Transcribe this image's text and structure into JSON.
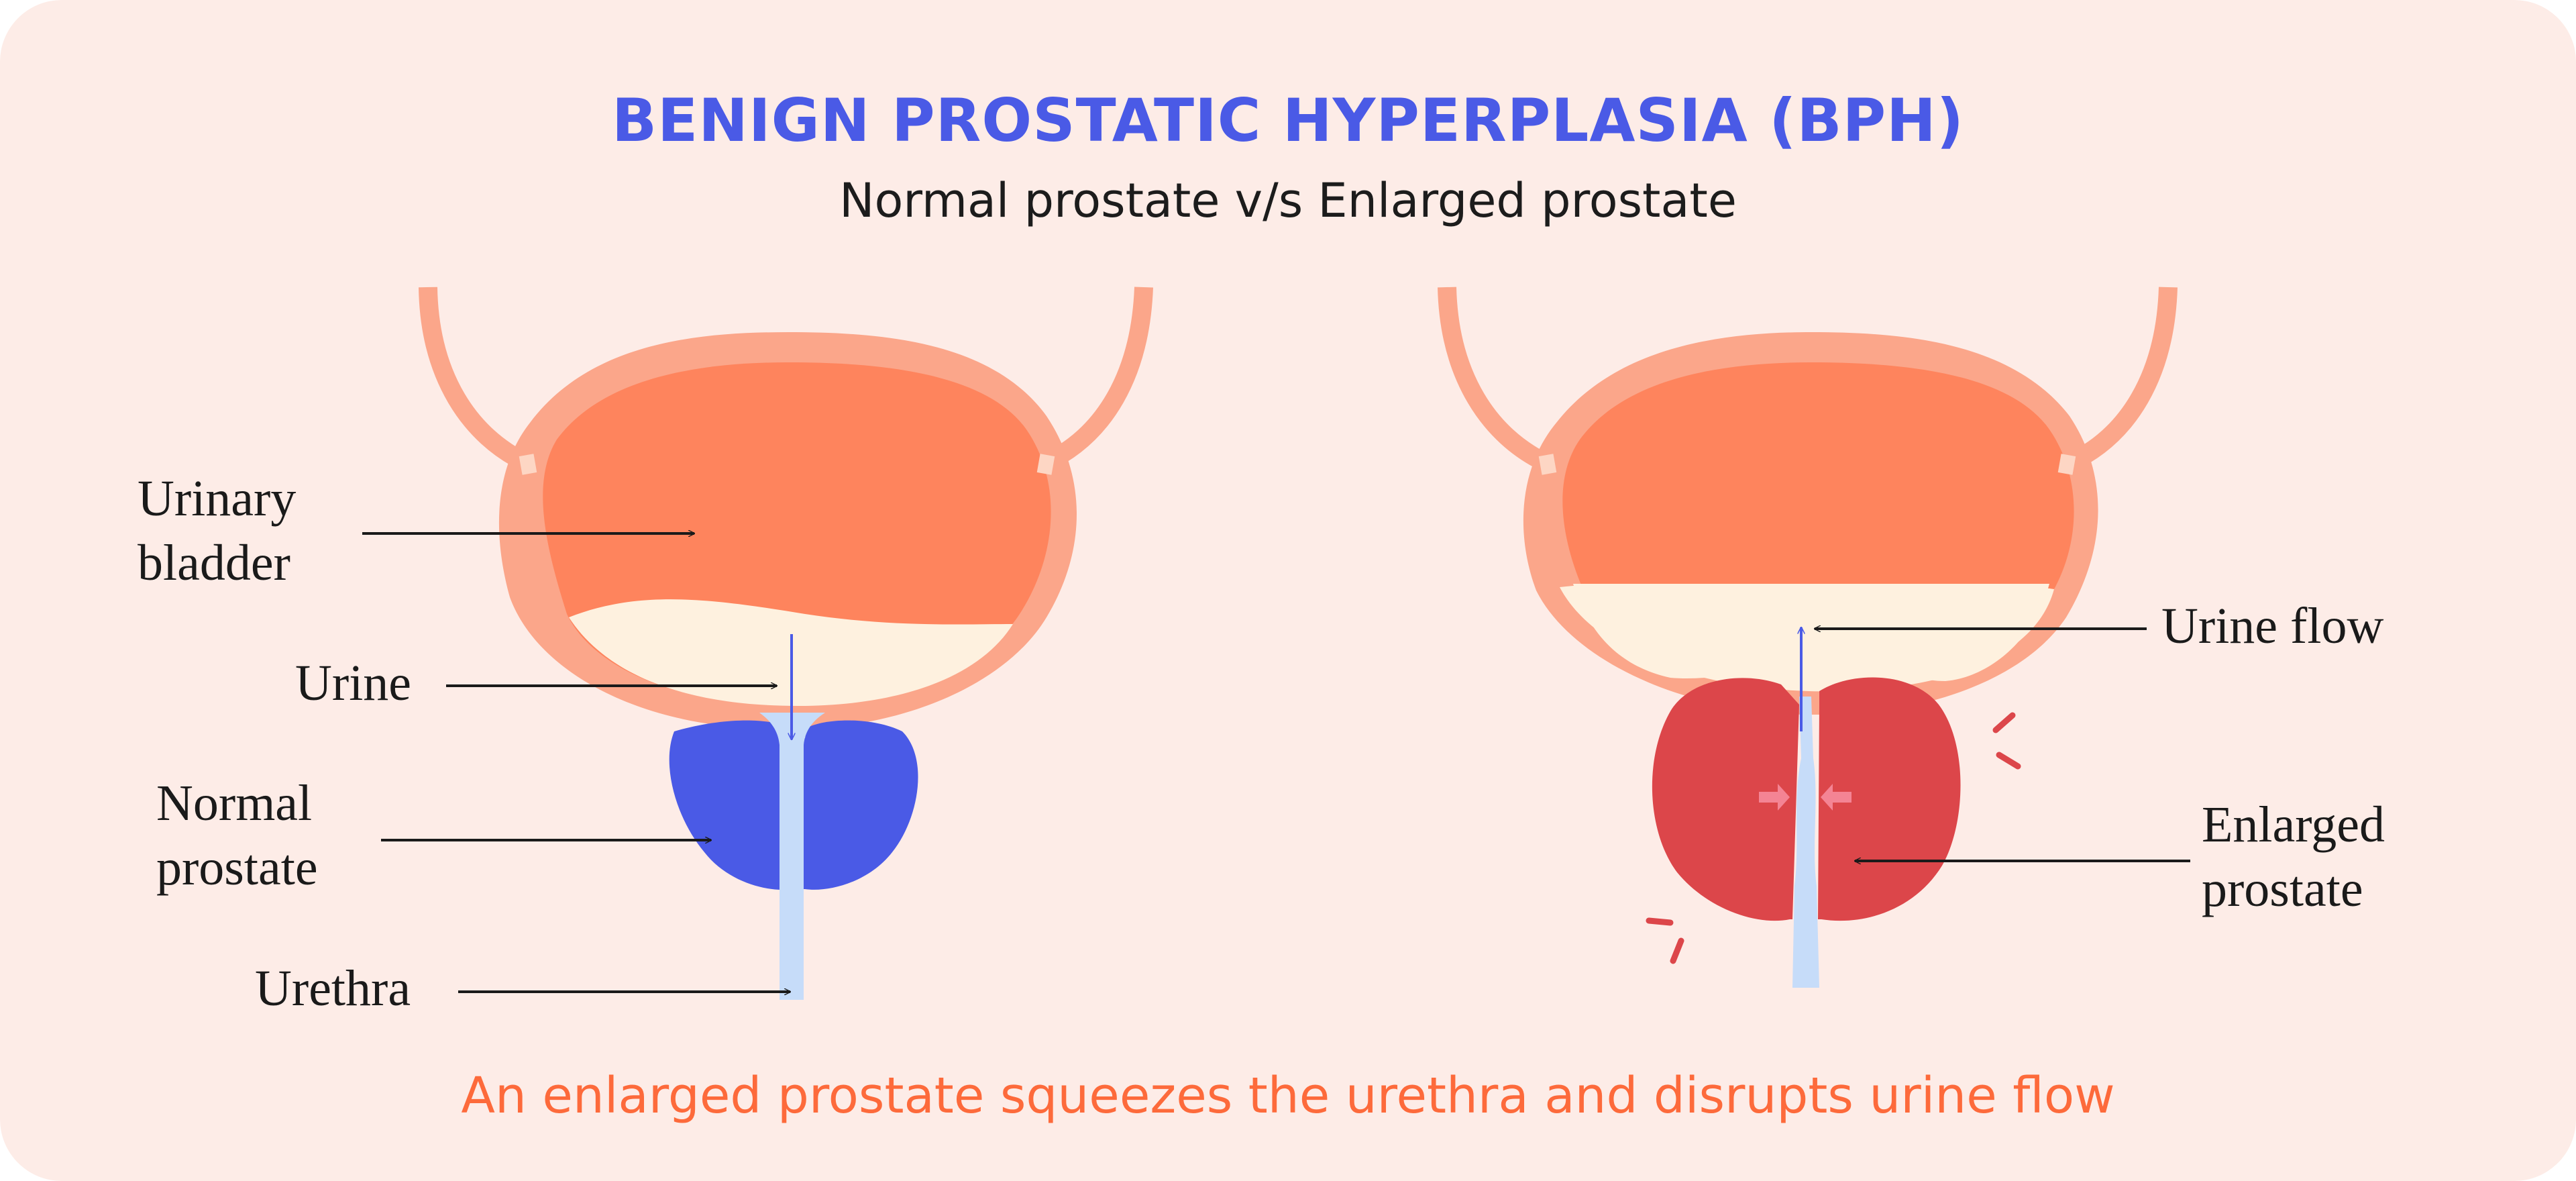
{
  "title": "BENIGN PROSTATIC HYPERPLASIA (BPH)",
  "subtitle": "Normal prostate v/s Enlarged prostate",
  "footer": "An enlarged prostate squeezes the urethra and disrupts urine flow",
  "normal_diagram": {
    "labels": {
      "bladder_line1": "Urinary",
      "bladder_line2": "bladder",
      "urine": "Urine",
      "prostate_line1": "Normal",
      "prostate_line2": "prostate",
      "urethra": "Urethra"
    }
  },
  "enlarged_diagram": {
    "labels": {
      "urine_flow": "Urine flow",
      "prostate_line1": "Enlarged",
      "prostate_line2": "prostate"
    }
  },
  "colors": {
    "background": "#fdece7",
    "title": "#4a5ae6",
    "footer": "#fd6a3b",
    "bladder_wall": "#fba68a",
    "bladder_fill": "#fe845d",
    "urine": "#fef1df",
    "urethra": "#c6dcf9",
    "normal_prostate": "#4a5ae6",
    "enlarged_prostate": "#dc464a",
    "arrows": "#4a5ae6",
    "squeeze_arrows": "#f48494",
    "strain_marks": "#dc464a"
  }
}
